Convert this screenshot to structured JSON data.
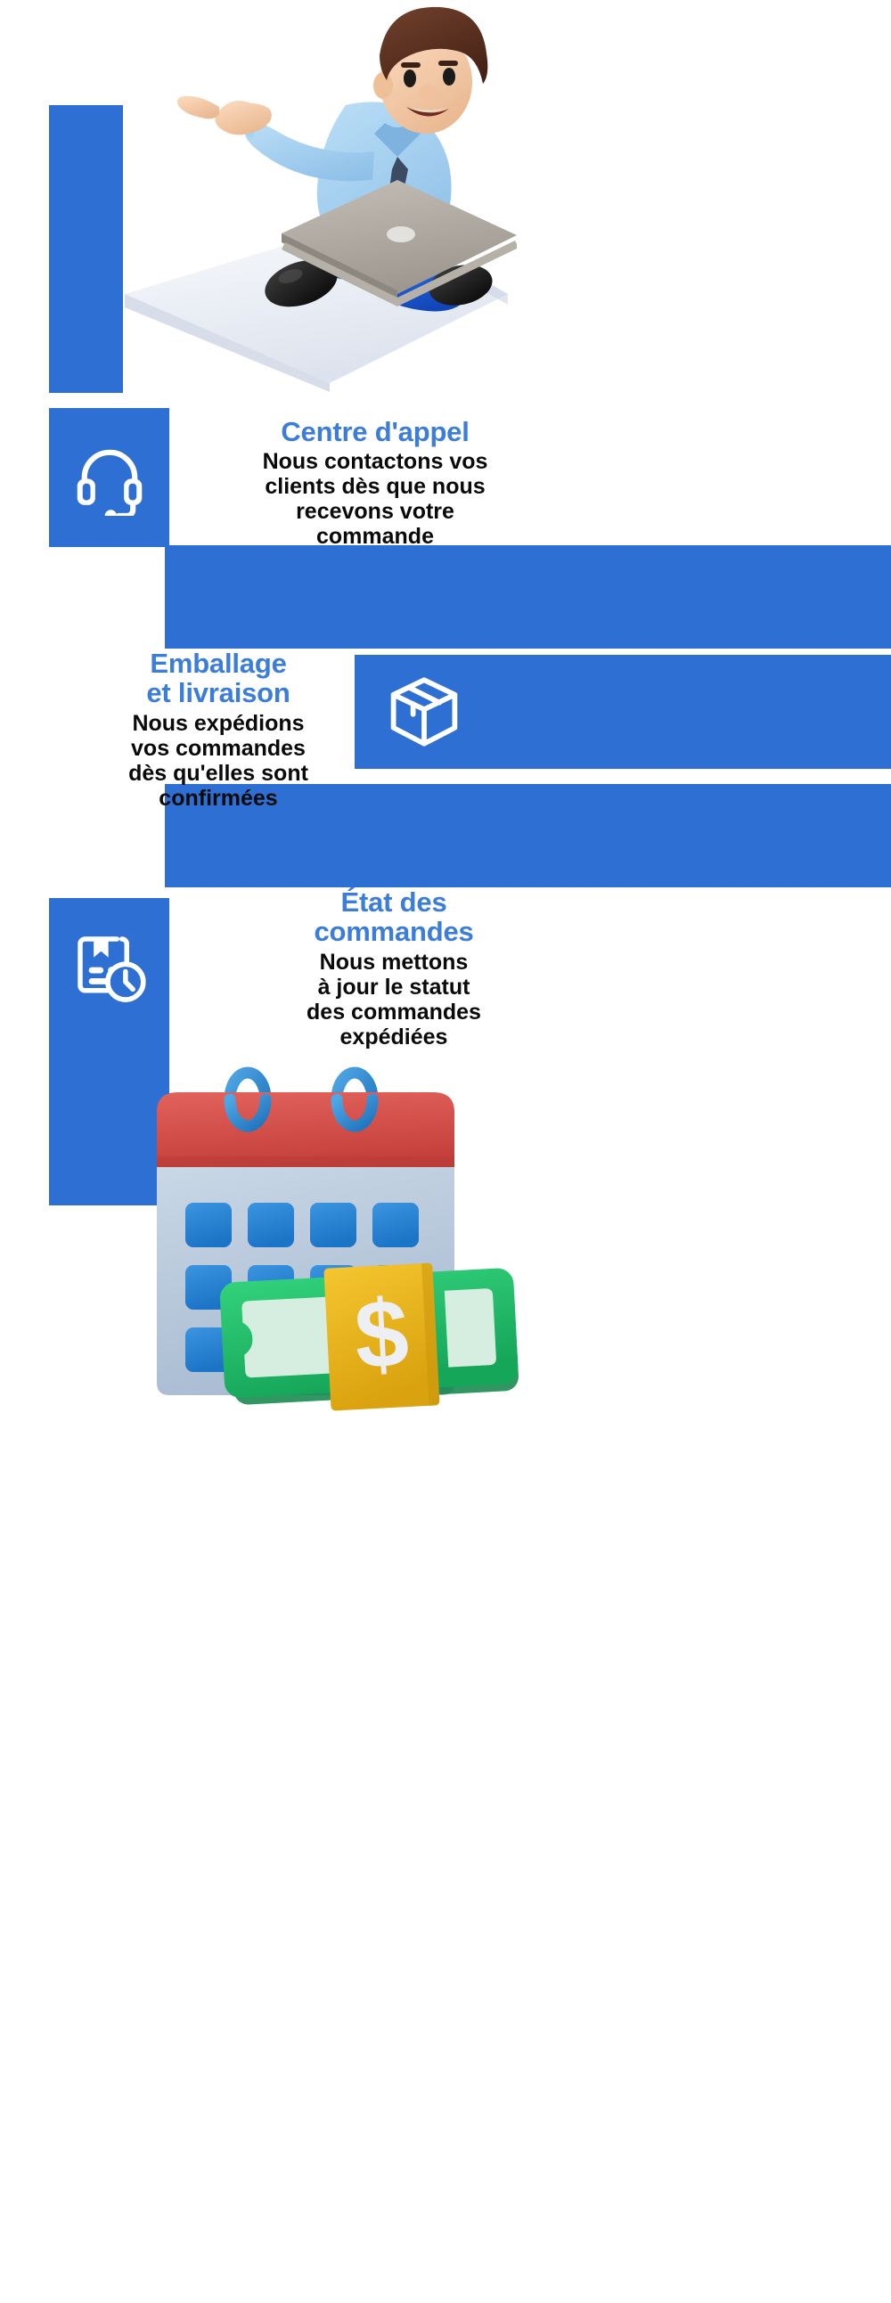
{
  "meta": {
    "language": "fr",
    "accent_blue": "#2E6FD4",
    "title_blue": "#3B7DD8",
    "body_black": "#0A0A0A",
    "background": "#FFFFFF"
  },
  "hero": {
    "name": "man-with-laptop-pointing-illustration",
    "alt": "Personnage 3D assis avec un ordinateur portable, pointant du doigt",
    "colors": {
      "shirt": "#9DCBEE",
      "pants": "#1B5FD6",
      "shoe": "#141414",
      "skin": "#F3C9A6",
      "hair": "#5C3426",
      "laptop": "#ADA8A0",
      "platform": "#E9EDF4"
    }
  },
  "steps": [
    {
      "id": "call-center",
      "order": 1,
      "icon": "headset-icon",
      "title": "Centre d'appel",
      "title_lines": [
        "Centre d'appel"
      ],
      "description": "Nous contactons vos clients dès que nous recevons votre commande",
      "description_lines": [
        "Nous contactons vos",
        "clients dès que nous",
        "recevons votre",
        "commande"
      ],
      "icon_side": "left"
    },
    {
      "id": "packing-delivery",
      "order": 2,
      "icon": "package-box-icon",
      "title": "Emballage et livraison",
      "title_lines": [
        "Emballage",
        "et livraison"
      ],
      "description": "Nous expédions vos commandes dès qu'elles sont confirmées",
      "description_lines": [
        "Nous expédions",
        "vos commandes",
        "dès qu'elles sont",
        "confirmées"
      ],
      "icon_side": "right"
    },
    {
      "id": "order-status",
      "order": 3,
      "icon": "package-clock-icon",
      "title": "État des commandes",
      "title_lines": [
        "État des",
        "commandes"
      ],
      "description": "Nous mettons à jour le statut des commandes expédiées",
      "description_lines": [
        "Nous mettons",
        "à jour le statut",
        "des commandes",
        "expédiées"
      ],
      "icon_side": "left"
    }
  ],
  "footer_illustration": {
    "name": "calendar-with-cash-illustration",
    "alt": "Calendrier 3D avec anneaux bleus et liasse de billets verte avec bandeau jaune et symbole dollar",
    "colors": {
      "calendar_header": "#D9514C",
      "calendar_body": "#B9C9DC",
      "calendar_day": "#2B87D8",
      "ring": "#2F8FD6",
      "cash_green": "#23BE6B",
      "cash_inner": "#CFEADA",
      "band_yellow": "#EFB51F",
      "dollar_sign": "#EDEFF2"
    },
    "dollar_symbol": "$"
  }
}
